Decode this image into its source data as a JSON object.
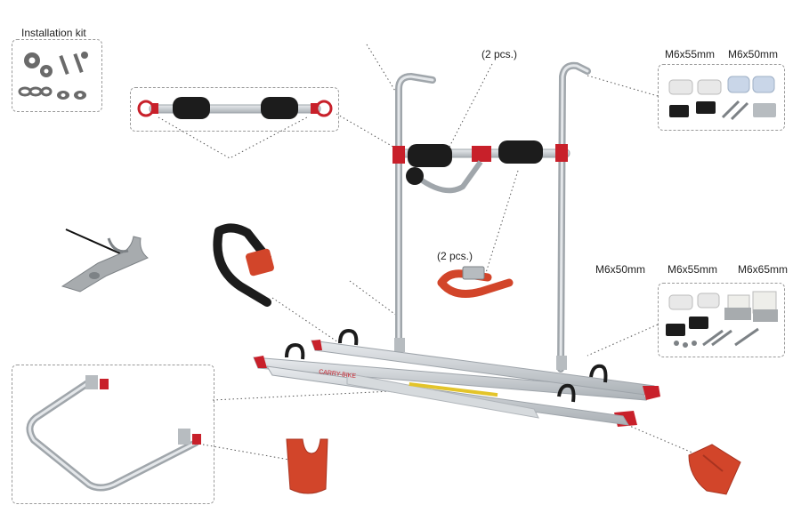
{
  "labels": {
    "installation_kit": "Installation kit",
    "two_pcs_top": "(2 pcs.)",
    "two_pcs_mid": "(2 pcs.)",
    "m6x55_top": "M6x55mm",
    "m6x50_top": "M6x50mm",
    "m6x50_mid": "M6x50mm",
    "m6x55_mid": "M6x55mm",
    "m6x65_mid": "M6x65mm",
    "rail_text": "CARRY-BIKE"
  },
  "colors": {
    "aluminium": "#c8ccd0",
    "aluminium_dark": "#9ea4aa",
    "accent_red": "#c8202a",
    "foam_black": "#1c1c1c",
    "bracket_grey": "#a7abae",
    "orange_red": "#d2452a"
  },
  "icons": [
    "gear-icon",
    "screw-icon",
    "chain-icon",
    "washer-icon"
  ]
}
